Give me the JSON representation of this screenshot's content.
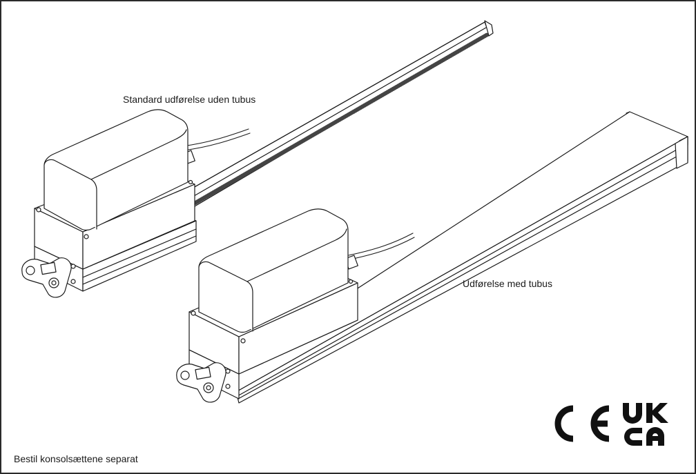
{
  "labels": {
    "standard": "Standard udførelse uden tubus",
    "tubus": "Udførelse med tubus",
    "footer": "Bestil konsolsættene separat"
  },
  "marks": {
    "ce": "CE",
    "ukca": "UKCA"
  },
  "colors": {
    "line": "#1a1a1a",
    "fill": "#ffffff",
    "border": "#2a2a2a"
  }
}
